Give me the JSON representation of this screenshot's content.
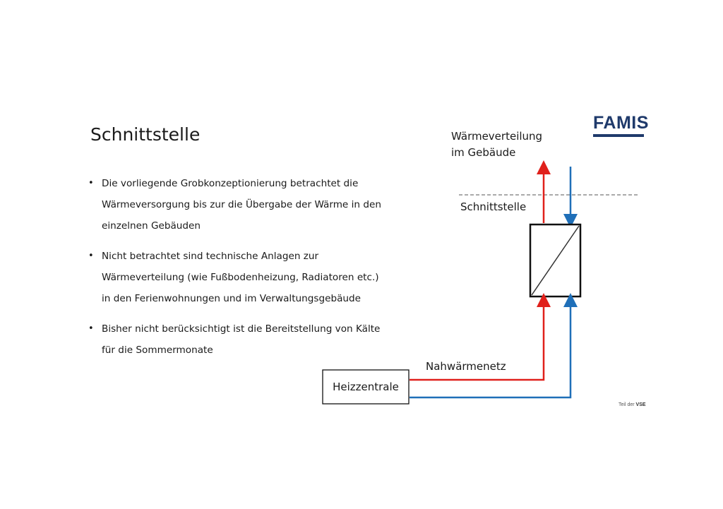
{
  "slide": {
    "title": "Schnittstelle",
    "bullets": [
      {
        "lines": [
          "Die vorliegende Grobkonzeptionierung betrachtet die",
          "Wärmeversorgung bis zur die Übergabe der Wärme in den",
          "einzelnen Gebäuden"
        ]
      },
      {
        "lines": [
          "Nicht betrachtet sind technische Anlagen zur",
          "Wärmeverteilung (wie Fußbodenheizung, Radiatoren etc.)",
          "in den Ferienwohnungen und im Verwaltungsgebäude"
        ]
      },
      {
        "lines": [
          "Bisher nicht berücksichtigt ist die Bereitstellung von Kälte",
          "für die Sommermonate"
        ]
      }
    ]
  },
  "logo": {
    "text": "FAMIS",
    "color": "#1f3a6b"
  },
  "footer": {
    "prefix": "Teil der",
    "brand": "VSE"
  },
  "diagram": {
    "label_distribution_line1": "Wärmeverteilung",
    "label_distribution_line2": "im Gebäude",
    "label_interface": "Schnittstelle",
    "label_network": "Nahwärmenetz",
    "label_plant": "Heizzentrale",
    "supply_color": "#e0201b",
    "return_color": "#1f6fb8"
  }
}
